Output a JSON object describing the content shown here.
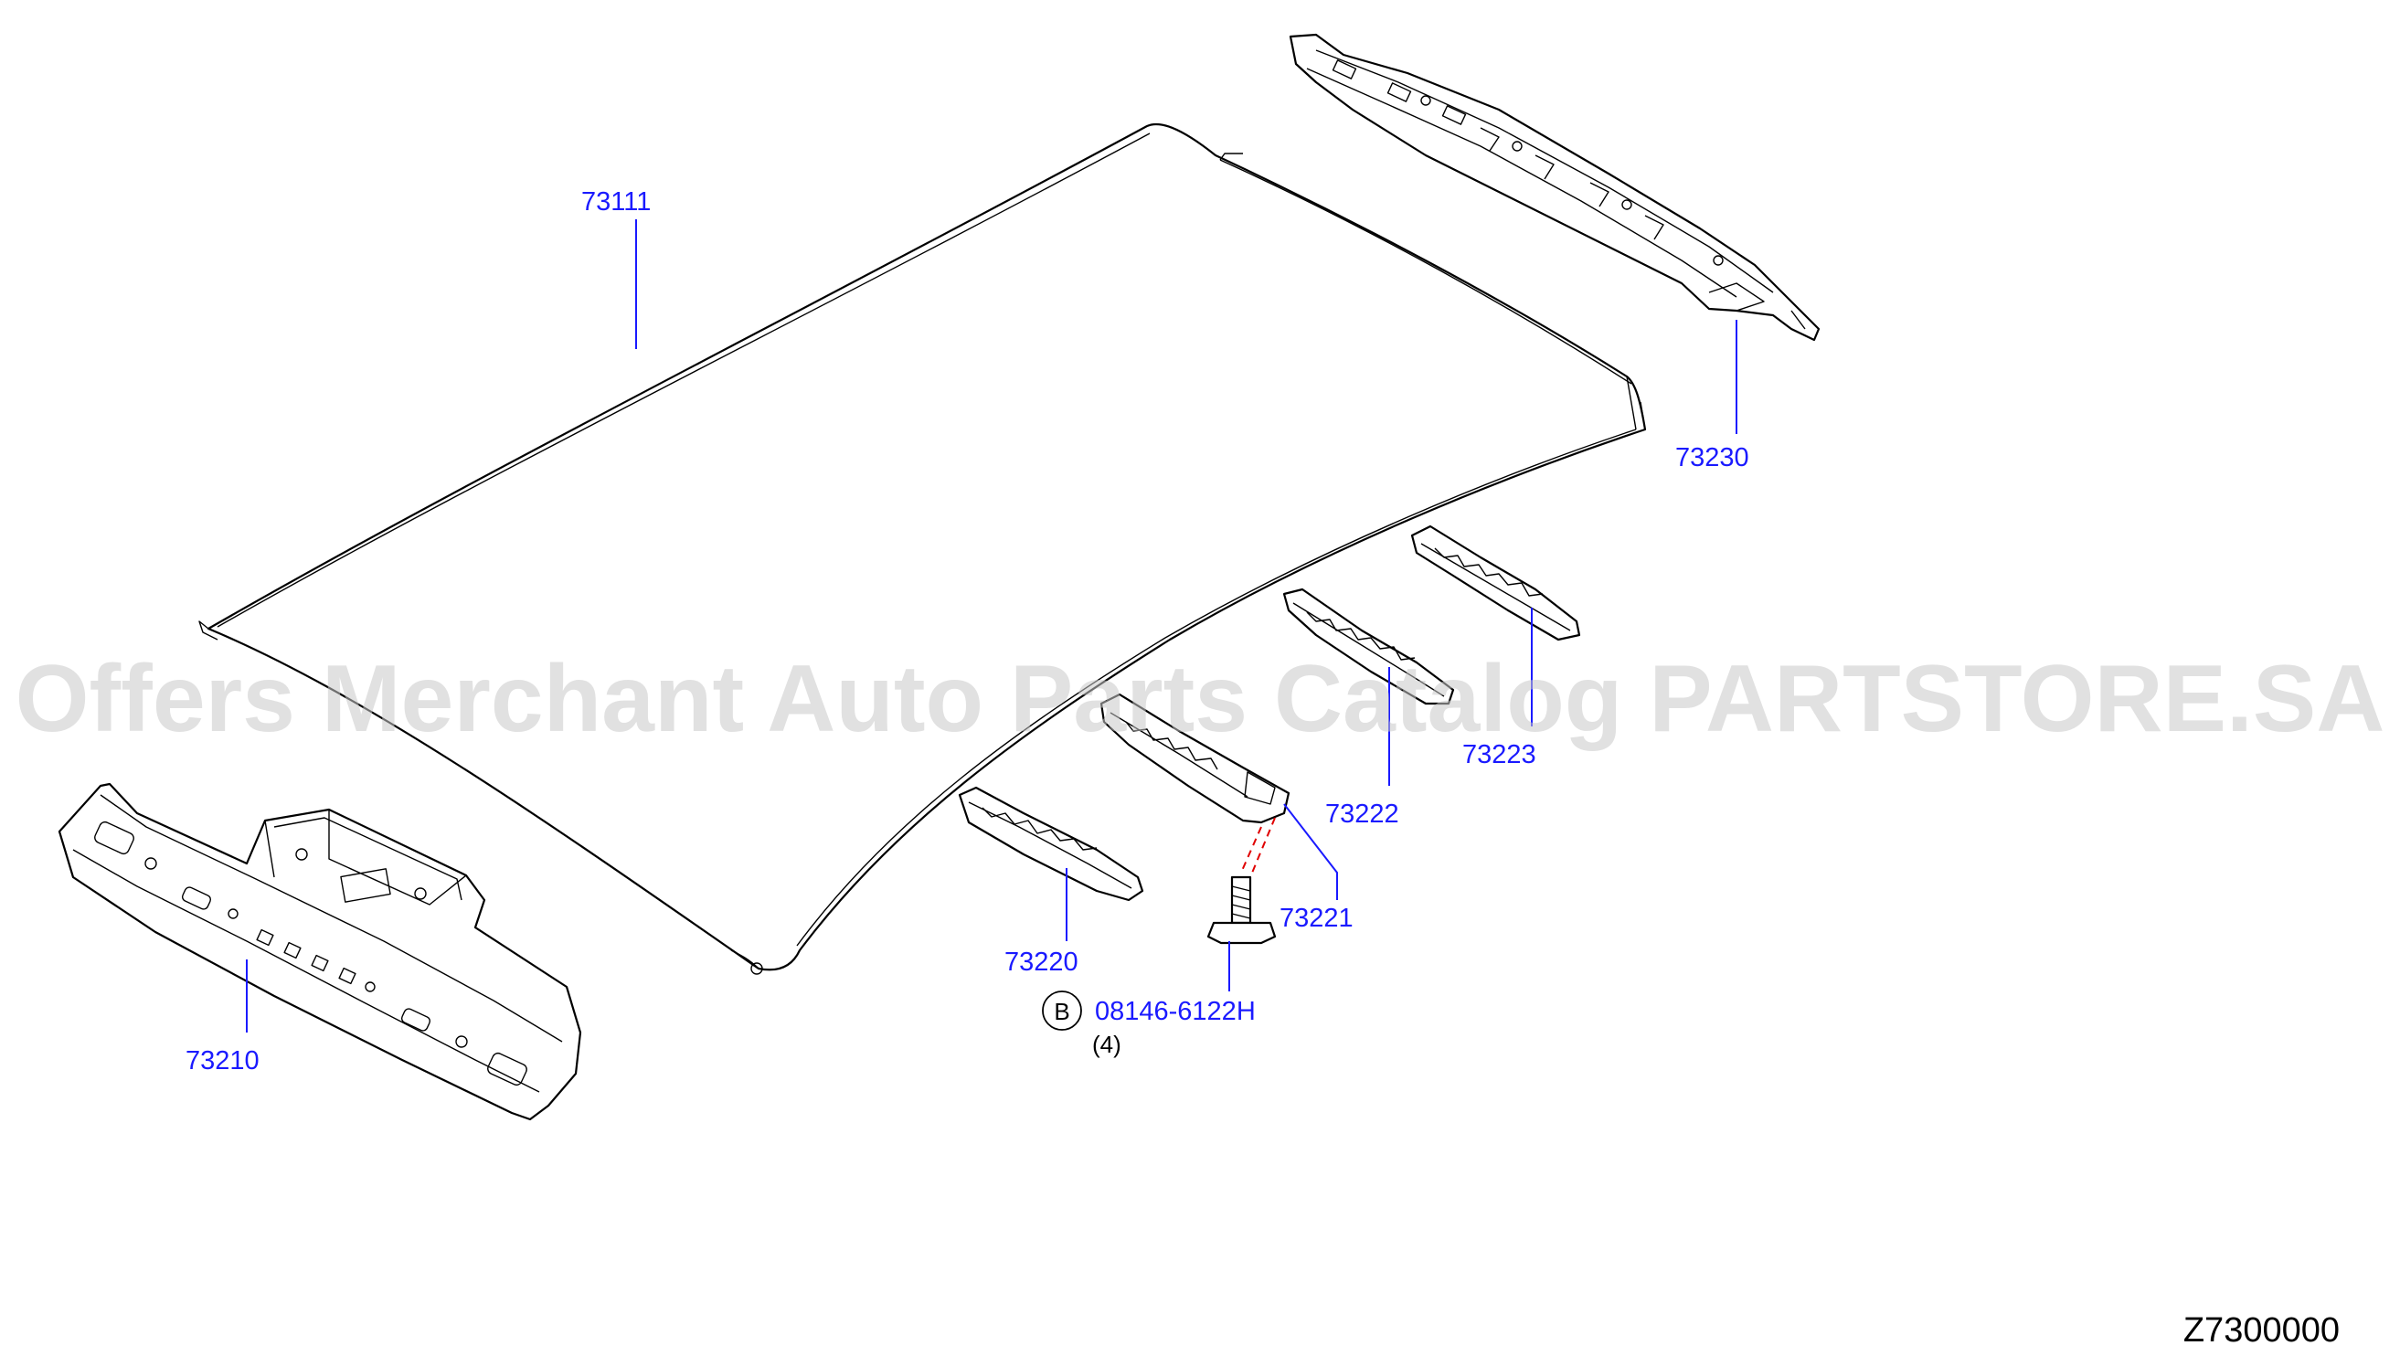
{
  "watermark": "Offers Merchant Auto Parts Catalog PARTSTORE.SA",
  "diagram_code": "Z7300000",
  "colors": {
    "label": "#1a1aff",
    "line": "#000000",
    "watermark": "#c8c8c8",
    "dash": "#e00000"
  },
  "parts": {
    "roof_panel": "73111",
    "rear_header": "73230",
    "front_header": "73210",
    "bow_1": "73220",
    "bow_2": "73221",
    "bow_3": "73222",
    "bow_4": "73223"
  },
  "bolt": {
    "marker": "B",
    "part_number": "08146-6122H",
    "quantity": "(4)"
  }
}
